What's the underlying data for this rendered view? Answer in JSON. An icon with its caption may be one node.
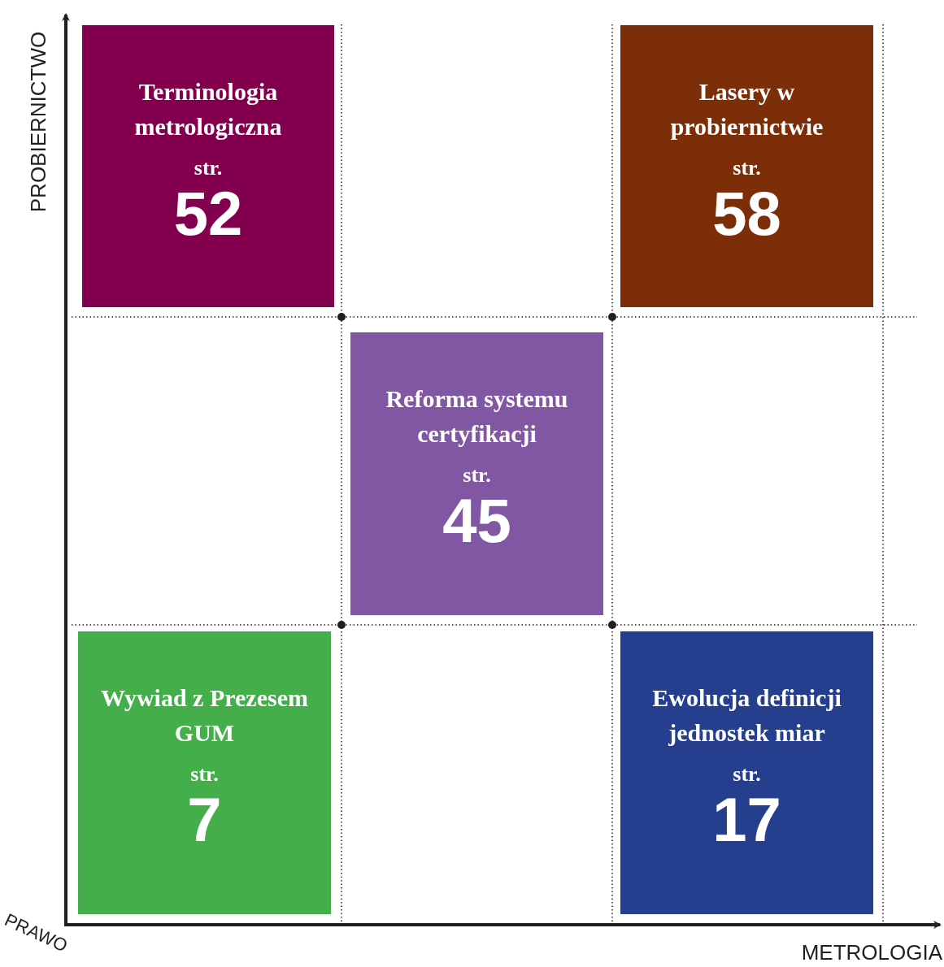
{
  "diagram": {
    "nodes": [
      {
        "text": [
          "Terminologia metrologiczna",
          "str.",
          "52"
        ]
      },
      {
        "text": [
          "Lasery w probiernictwie",
          "str.",
          "58"
        ]
      },
      {
        "text": [
          "Reforma systemu certyfikacji",
          "str.",
          "45"
        ]
      },
      {
        "text": [
          "Wywiad z Prezesem GUM",
          "str.",
          "7"
        ]
      },
      {
        "text": [
          "Ewolucja definicji jednostek miar",
          "str.",
          "17"
        ]
      }
    ],
    "labels": [
      "PROBIERNICTWO",
      "PRAWO",
      "METROLOGIA"
    ]
  }
}
